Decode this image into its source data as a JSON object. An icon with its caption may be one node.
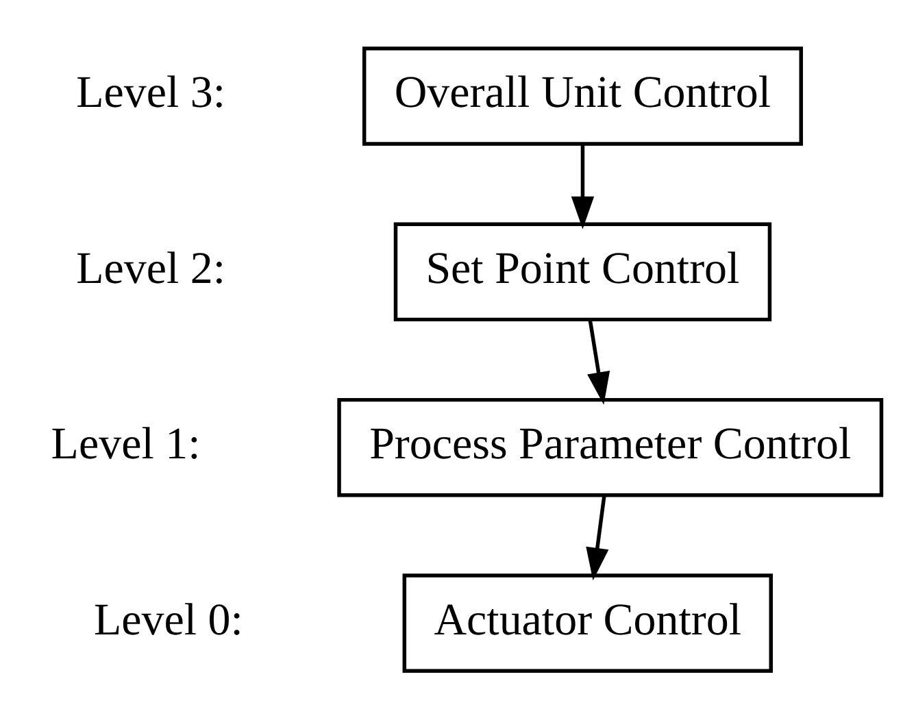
{
  "diagram": {
    "nodes": [
      {
        "text": [
          "Overall Unit Control"
        ]
      },
      {
        "text": [
          "Set Point Control"
        ]
      },
      {
        "text": [
          "Process Parameter Control"
        ]
      },
      {
        "text": [
          "Actuator Control"
        ]
      }
    ],
    "edges": [
      {
        "from": 0,
        "to": 1,
        "arrow": "to"
      },
      {
        "from": 1,
        "to": 2,
        "arrow": "to"
      },
      {
        "from": 2,
        "to": 3,
        "arrow": "to"
      }
    ],
    "labels": [
      "Level 3:",
      "Level 2:",
      "Level 1:",
      "Level 0:"
    ]
  }
}
